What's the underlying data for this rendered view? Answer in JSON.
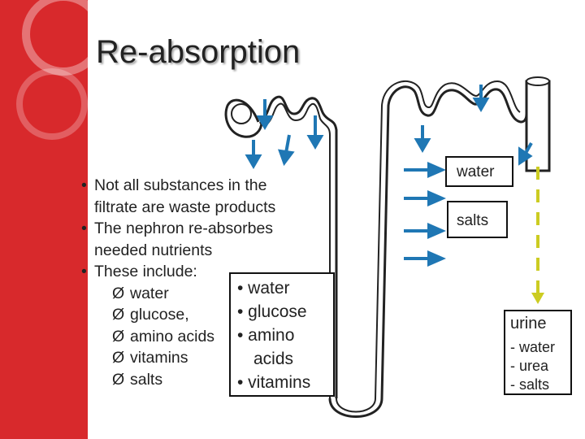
{
  "title": "Re-absorption",
  "bullets": [
    {
      "marker": "•",
      "text": "Not all substances in the"
    },
    {
      "marker": "",
      "text": "filtrate are waste products"
    },
    {
      "marker": "•",
      "text": "The nephron re-absorbes"
    },
    {
      "marker": "",
      "text": "needed nutrients"
    },
    {
      "marker": "•",
      "text": "These include:"
    }
  ],
  "includes": [
    "water",
    "glucose,",
    "amino acids",
    "vitamins",
    "salts"
  ],
  "sub_marker": "Ø",
  "reabsorbed_box": [
    "• water",
    "• glucose",
    "• amino",
    "acids",
    "• vitamins"
  ],
  "water_label": "water",
  "salts_label": "salts",
  "urine": {
    "title": "urine",
    "items": [
      "- water",
      "- urea",
      "- salts"
    ]
  },
  "colors": {
    "accent_red": "#d8292c",
    "arrow_blue": "#1f77b4",
    "urine_yellow": "#cccc22"
  }
}
